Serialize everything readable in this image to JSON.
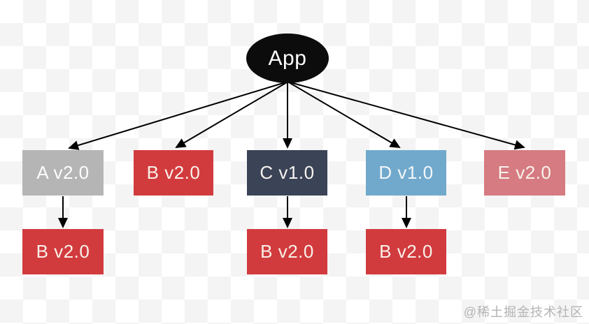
{
  "diagram": {
    "title_hint": "dependency-tree",
    "root": {
      "id": "App",
      "label": "App",
      "color": "#0c0c0c",
      "text_color": "#ffffff"
    },
    "dependencies": [
      {
        "id": "A",
        "label": "A v2.0",
        "color": "#b5b5b5",
        "text_color": "#fdfdfd"
      },
      {
        "id": "B",
        "label": "B v2.0",
        "color": "#d23b3e",
        "text_color": "#f8f1ea"
      },
      {
        "id": "C",
        "label": "C v1.0",
        "color": "#3b4356",
        "text_color": "#f6f3ef"
      },
      {
        "id": "D",
        "label": "D v1.0",
        "color": "#71a9cd",
        "text_color": "#f4f6f8"
      },
      {
        "id": "E",
        "label": "E v2.0",
        "color": "#d57b81",
        "text_color": "#f9f2ec"
      }
    ],
    "transitive": [
      {
        "parent": "A",
        "label": "B v2.0",
        "color": "#d23b3e",
        "text_color": "#f8f1ea"
      },
      {
        "parent": "C",
        "label": "B v2.0",
        "color": "#d23b3e",
        "text_color": "#f8f1ea"
      },
      {
        "parent": "D",
        "label": "B v2.0",
        "color": "#d23b3e",
        "text_color": "#f8f1ea"
      }
    ],
    "edges": [
      {
        "from": "App",
        "to": "A v2.0"
      },
      {
        "from": "App",
        "to": "B v2.0"
      },
      {
        "from": "App",
        "to": "C v1.0"
      },
      {
        "from": "App",
        "to": "D v1.0"
      },
      {
        "from": "App",
        "to": "E v2.0"
      },
      {
        "from": "A v2.0",
        "to": "B v2.0"
      },
      {
        "from": "C v1.0",
        "to": "B v2.0"
      },
      {
        "from": "D v1.0",
        "to": "B v2.0"
      }
    ],
    "arrow_color": "#000000"
  },
  "watermark": {
    "text": "@稀土掘金技术社区",
    "color": "#b3b3b3"
  }
}
